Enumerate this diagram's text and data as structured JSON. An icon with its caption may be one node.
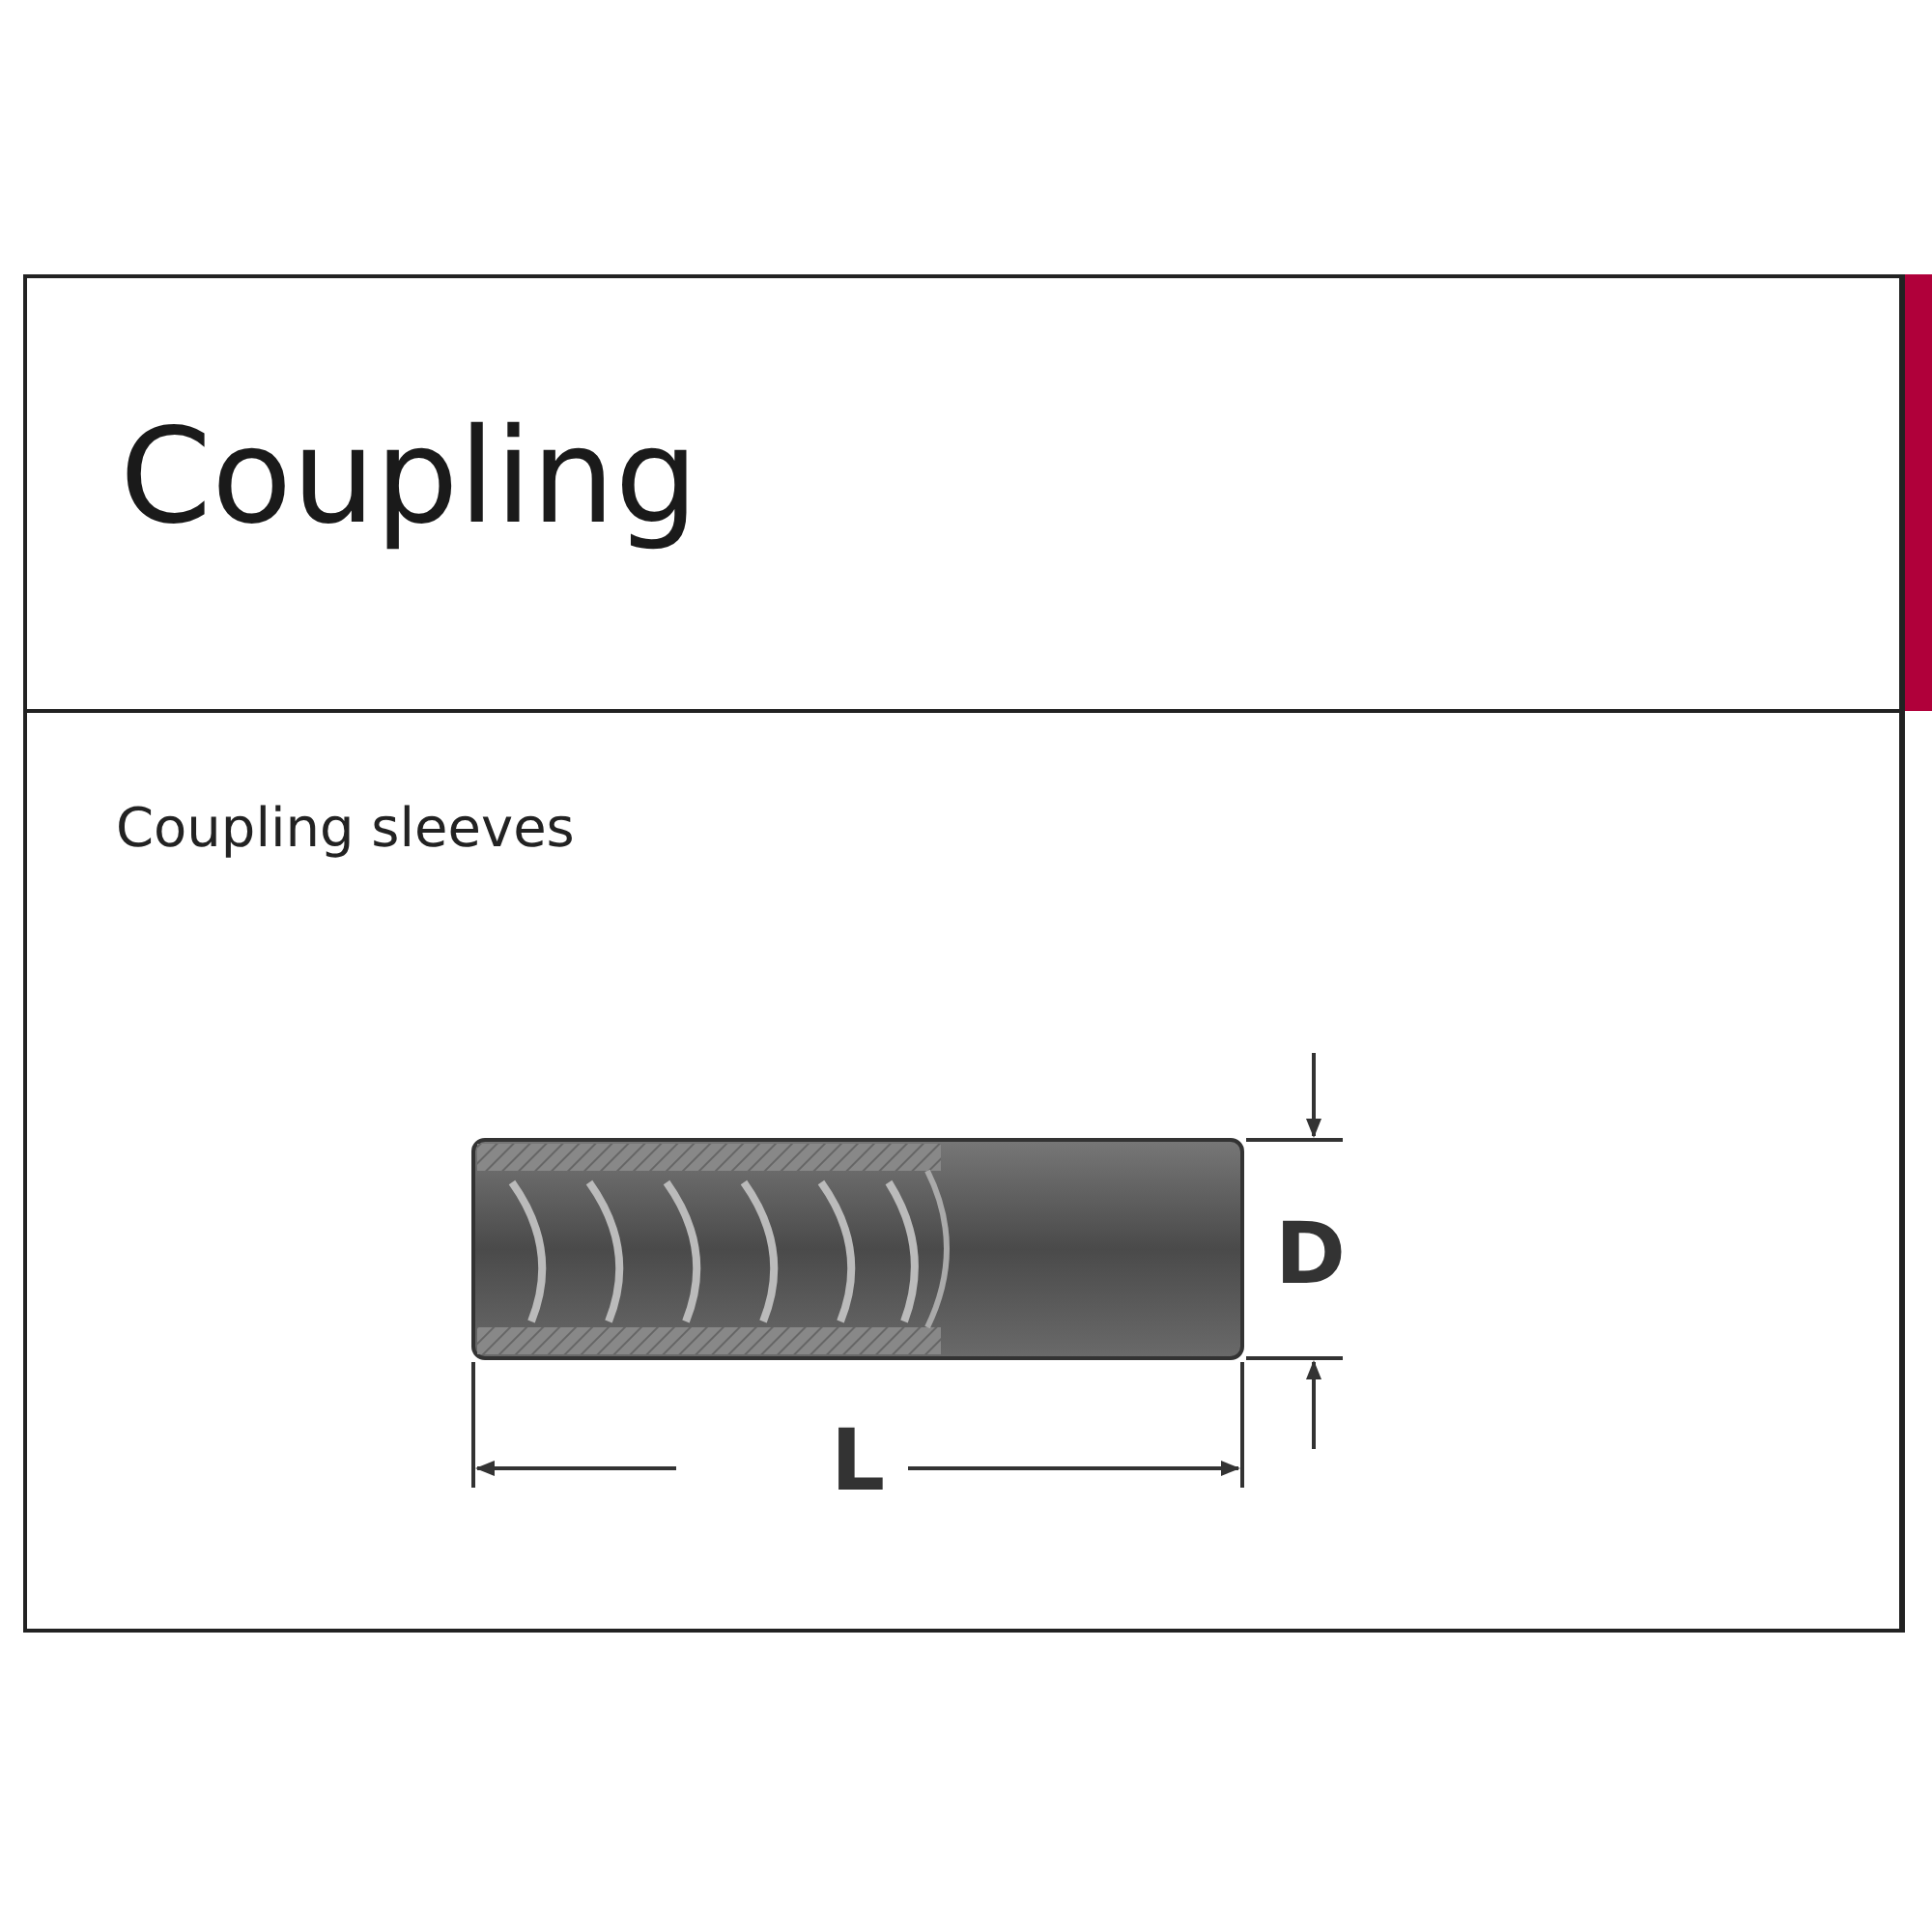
{
  "diagram": {
    "title": "Coupling",
    "labels": [
      "Coupling sleeves",
      "D",
      "L"
    ]
  }
}
